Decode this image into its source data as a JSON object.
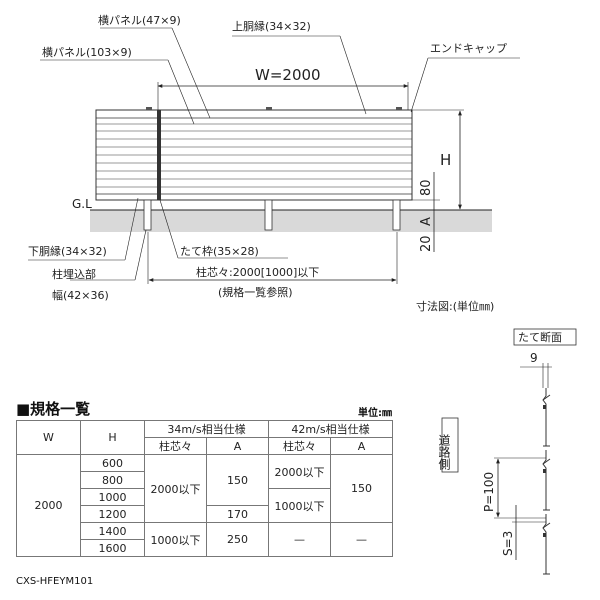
{
  "labels": {
    "yoko_panel_small": "横パネル(47×9)",
    "yoko_panel_large": "横パネル(103×9)",
    "upper_edge": "上胴縁(34×32)",
    "end_cap": "エンドキャップ",
    "width_dim": "W=2000",
    "height_dim": "H",
    "dim_80": "80",
    "dim_a": "A",
    "dim_20": "20",
    "ground_level": "G.L",
    "lower_edge": "下胴縁(34×32)",
    "vertical_frame": "たて枠(35×28)",
    "post_embed": "柱埋込部",
    "post_width": "幅(42×36)",
    "post_pitch": "柱芯々:2000[1000]以下",
    "post_pitch_note": "(規格一覧参照)",
    "dim_units": "寸法図:(単位㎜)",
    "section_title": "たて断面",
    "section_9": "9",
    "side_road": "道路側",
    "pitch_p": "P=100",
    "gap_s": "S=3"
  },
  "spec": {
    "title": "■規格一覧",
    "unit": "単位:㎜",
    "col_w": "W",
    "col_h": "H",
    "group_34": "34m/s相当仕様",
    "group_42": "42m/s相当仕様",
    "sub_pitch": "柱芯々",
    "sub_a": "A",
    "w_value": "2000",
    "h_values": [
      "600",
      "800",
      "1000",
      "1200",
      "1400",
      "1600"
    ],
    "pitch34_a": "2000以下",
    "pitch34_b": "1000以下",
    "a34_a": "150",
    "a34_b": "170",
    "a34_c": "250",
    "pitch42_a": "2000以下",
    "pitch42_b": "1000以下",
    "pitch42_c": "—",
    "a42_a": "150",
    "a42_c": "—"
  },
  "product_code": "CXS-HFEYM101"
}
